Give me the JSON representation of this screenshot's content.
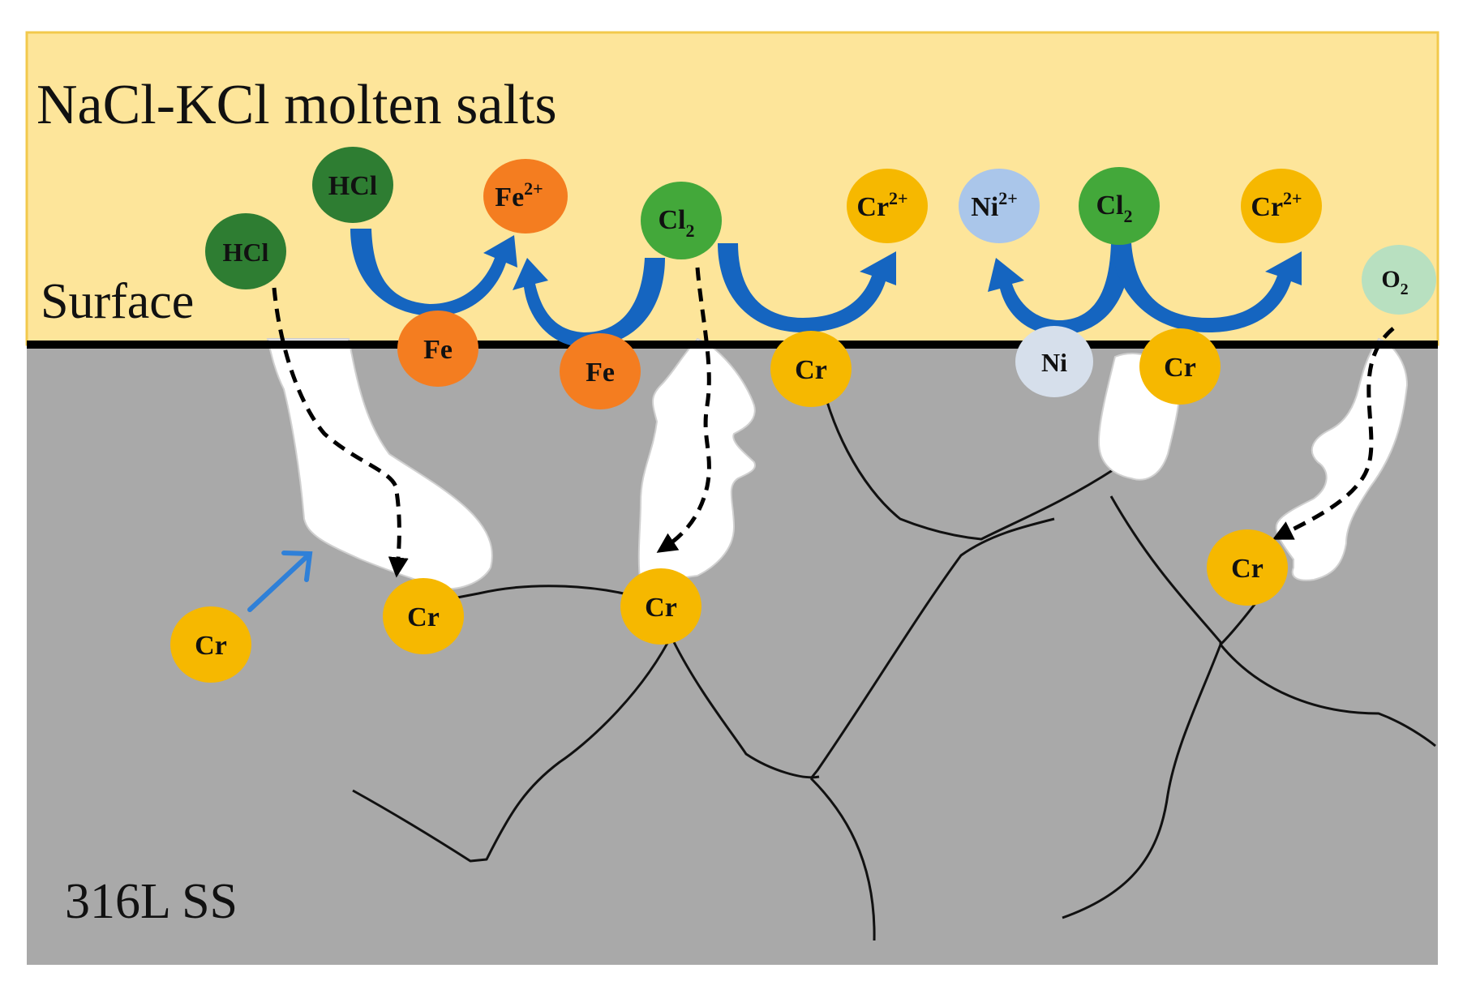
{
  "labels": {
    "salt_region": "NaCl-KCl molten salts",
    "surface": "Surface",
    "metal_region": "316L SS"
  },
  "species": {
    "hcl": "HCl",
    "fe": "Fe",
    "fe2": {
      "base": "Fe",
      "sup": "2+"
    },
    "cl2": {
      "base": "Cl",
      "sub": "2"
    },
    "cr": "Cr",
    "cr2": {
      "base": "Cr",
      "sup": "2+"
    },
    "ni": "Ni",
    "ni2": {
      "base": "Ni",
      "sup": "2+"
    },
    "o2": {
      "base": "O",
      "sub": "2"
    }
  },
  "colors": {
    "salt_layer": "#fde59a",
    "salt_border": "#f2c94c",
    "metal": "#a9a9a9",
    "surface_line": "#000000",
    "hcl": "#2e7d32",
    "cl2": "#43a83a",
    "fe": "#f47d20",
    "cr": "#f6b800",
    "ni_ion": "#aac6ea",
    "ni_atom": "#d6dfeb",
    "o2": "#b8e0c0",
    "reaction_arrow": "#1565c0",
    "diffusion_arrow": "#2f80d8",
    "void": "#ffffff",
    "grain_boundary": "#111111"
  }
}
